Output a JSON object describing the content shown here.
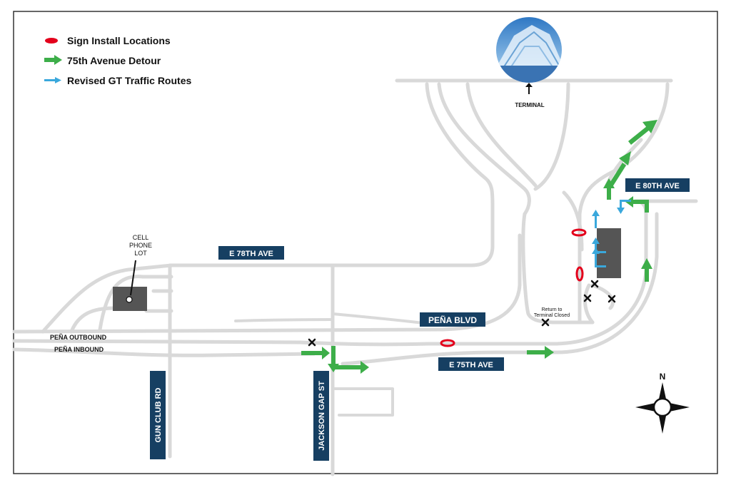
{
  "legend": {
    "sign_install": "Sign Install Locations",
    "detour": "75th Avenue Detour",
    "gt_routes": "Revised GT Traffic Routes"
  },
  "colors": {
    "sign": "#e3001b",
    "detour": "#3dae49",
    "gt": "#3aa8dc",
    "label_bg": "#163f62",
    "road": "#d9d9d9"
  },
  "places": {
    "terminal": "TERMINAL",
    "cell_phone_lot": [
      "CELL",
      "PHONE",
      "LOT"
    ],
    "return_to_terminal": [
      "Return to",
      "Terminal Closed"
    ]
  },
  "streets": {
    "e78": "E 78TH AVE",
    "e80": "E 80TH AVE",
    "pena_blvd": "PEÑA BLVD",
    "e75": "E 75TH AVE",
    "pena_outbound": "PEÑA OUTBOUND",
    "pena_inbound": "PEÑA INBOUND",
    "gun_club": "GUN CLUB RD",
    "jackson_gap": "JACKSON GAP ST"
  },
  "compass": {
    "north": "N"
  }
}
